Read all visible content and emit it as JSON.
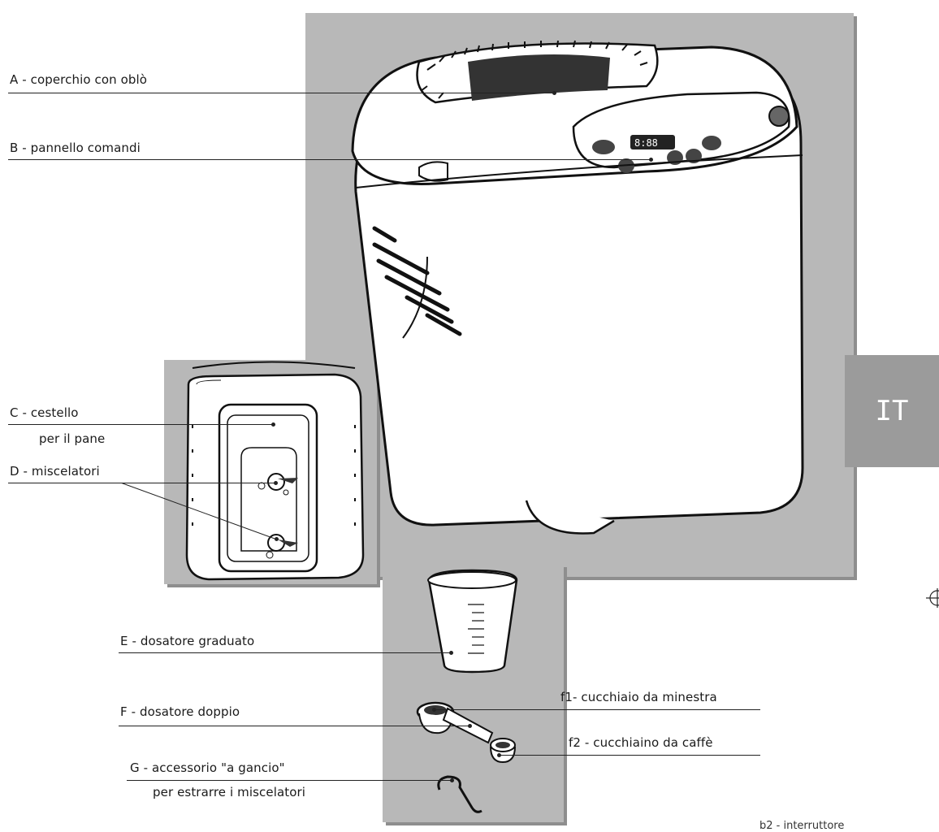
{
  "labels": {
    "a": "A - coperchio con oblò",
    "b": "B - pannello comandi",
    "c1": "C - cestello",
    "c2": "per il pane",
    "d": "D - miscelatori",
    "e": "E - dosatore graduato",
    "f": "F - dosatore doppio",
    "f1": "f1- cucchiaio da minestra",
    "f2": "f2 - cucchiaino da caffè",
    "g1": "G - accessorio \"a gancio\"",
    "g2": "per estrarre i miscelatori"
  },
  "tab": {
    "language": "IT"
  },
  "footer": {
    "text": "b2 - interruttore"
  },
  "colors": {
    "panel": "#b8b8b8",
    "tab": "#9b9b9b",
    "ink": "#222222"
  }
}
